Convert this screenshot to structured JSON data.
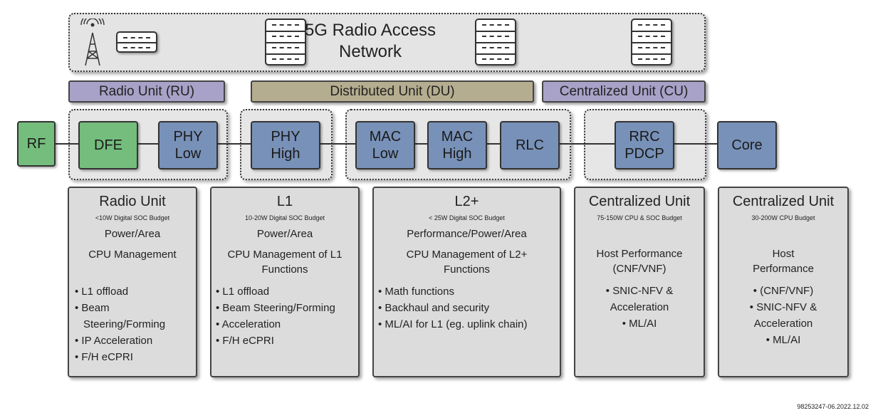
{
  "banner": {
    "title": "5G Radio Access Network"
  },
  "units": {
    "ru": {
      "label": "Radio Unit (RU)",
      "color": "#a8a2c8"
    },
    "du": {
      "label": "Distributed Unit (DU)",
      "color": "#b5ad8f"
    },
    "cu": {
      "label": "Centralized Unit (CU)",
      "color": "#a8a2c8"
    }
  },
  "blocks": {
    "rf": "RF",
    "dfe": "DFE",
    "phy_low": [
      "PHY",
      "Low"
    ],
    "phy_high": [
      "PHY",
      "High"
    ],
    "mac_low": [
      "MAC",
      "Low"
    ],
    "mac_high": [
      "MAC",
      "High"
    ],
    "rlc": "RLC",
    "rrc_pdcp": [
      "RRC",
      "PDCP"
    ],
    "core": "Core"
  },
  "colors": {
    "block_blue": "#7891b8",
    "block_green": "#74bd7c"
  },
  "panels": [
    {
      "title": "Radio Unit",
      "budget": "<10W Digital SOC Budget",
      "lines": [
        "Power/Area",
        "CPU Management"
      ],
      "bullets": [
        "• L1 offload",
        "• Beam",
        "Steering/Forming",
        "• IP Acceleration",
        "• F/H eCPRI"
      ]
    },
    {
      "title": "L1",
      "budget": "10-20W Digital SOC Budget",
      "lines": [
        "Power/Area",
        "CPU Management of L1",
        "Functions"
      ],
      "bullets": [
        "• L1 offload",
        "• Beam Steering/Forming",
        "• Acceleration",
        "• F/H eCPRI"
      ]
    },
    {
      "title": "L2+",
      "budget": "< 25W Digital SOC Budget",
      "lines": [
        "Performance/Power/Area",
        "CPU Management of L2+",
        "Functions"
      ],
      "bullets": [
        "• Math functions",
        "• Backhaul and security",
        "• ML/AI for L1 (eg. uplink chain)"
      ]
    },
    {
      "title": "Centralized Unit",
      "budget": "75-150W CPU & SOC Budget",
      "lines": [
        "Host Performance",
        "(CNF/VNF)"
      ],
      "bullets": [
        "• SNIC-NFV &",
        "Acceleration",
        "• ML/AI"
      ]
    },
    {
      "title": "Centralized Unit",
      "budget": "30-200W CPU Budget",
      "lines": [
        "Host",
        "Performance"
      ],
      "bullets": [
        "• (CNF/VNF)",
        "• SNIC-NFV &",
        "Acceleration",
        "• ML/AI"
      ]
    }
  ],
  "footer": {
    "doc_id": "98253247-06.2022.12.02"
  },
  "icons": [
    "radio-tower-icon",
    "server-icon"
  ]
}
